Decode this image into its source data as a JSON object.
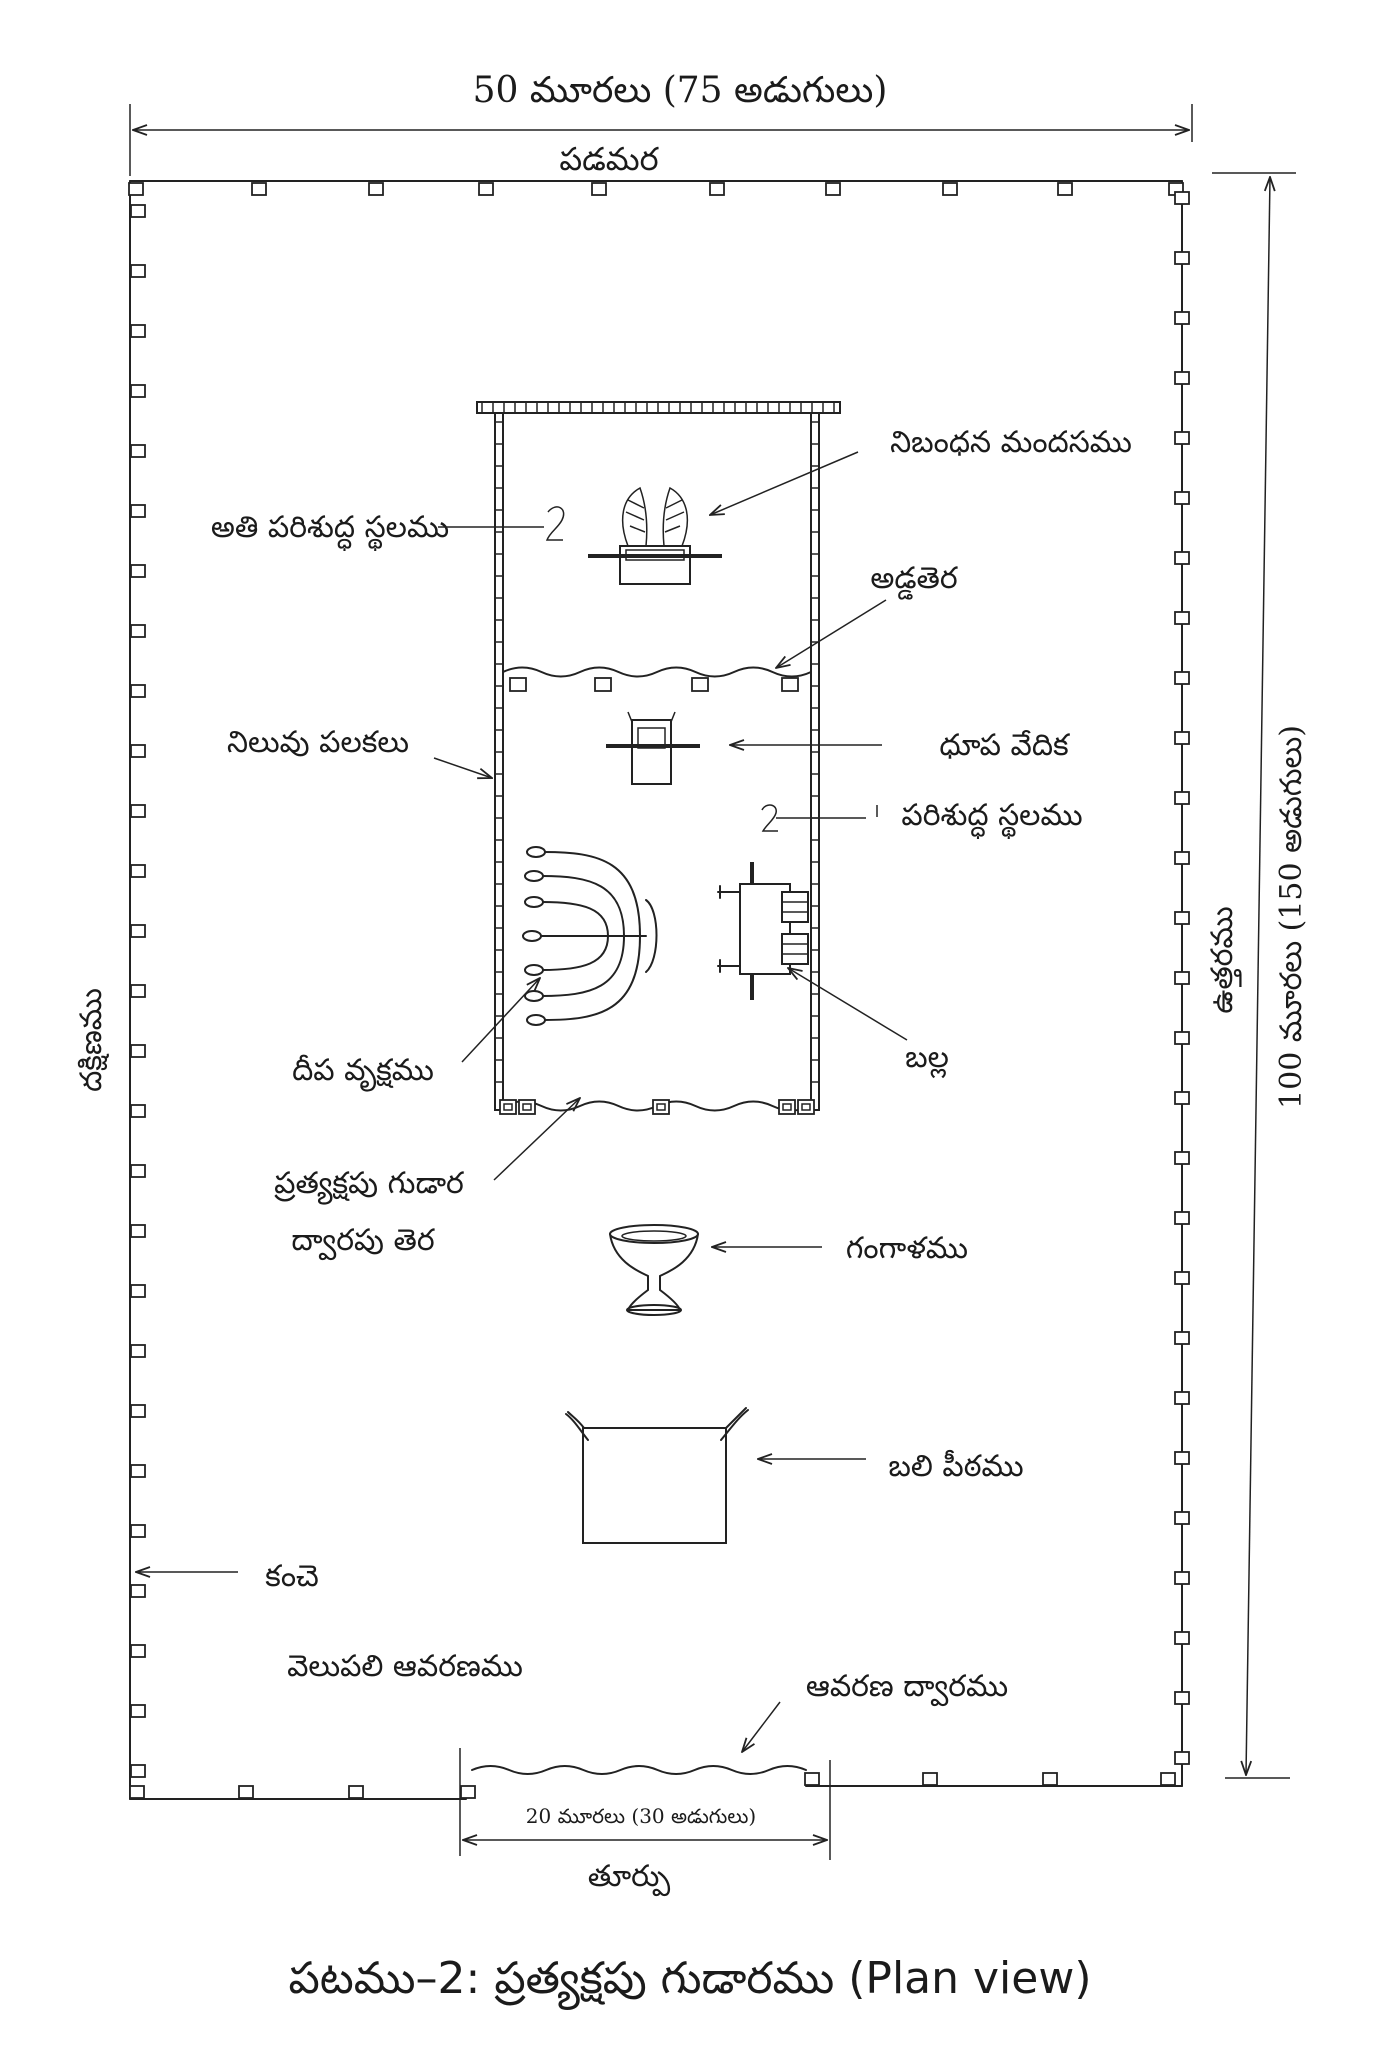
{
  "diagram": {
    "top_dimension": "50 మూరలు (75 అడుగులు)",
    "west": "పడమర",
    "north": "ఉత్తరము",
    "right_dimension": "100 మూరలు (150 అడుగులు)",
    "south": "దక్షిణము",
    "east": "తూర్పు",
    "gate_dimension": "20 మూరలు  (30 అడుగులు)",
    "labels": {
      "ark": "నిబంధన మందసము",
      "holy_of_holies": "అతి పరిశుద్ధ స్థలము",
      "veil": "అడ్డతెర",
      "boards": "నిలువు పలకలు",
      "incense_altar": "ధూప వేదిక",
      "holy_place": "పరిశుద్ధ స్థలము",
      "lampstand": "దీప వృక్షము",
      "table": "బల్ల",
      "door_curtain_line1": "ప్రత్యక్షపు గుడార",
      "door_curtain_line2": "ద్వారపు తెర",
      "laver": "గంగాళము",
      "altar": "బలి పీఠము",
      "fence": "కంచె",
      "outer_court": "వెలుపలి ఆవరణము",
      "court_gate": "ఆవరణ ద్వారము"
    },
    "caption": "పటము–2: ప్రత్యక్షపు గుడారము (Plan view)"
  }
}
